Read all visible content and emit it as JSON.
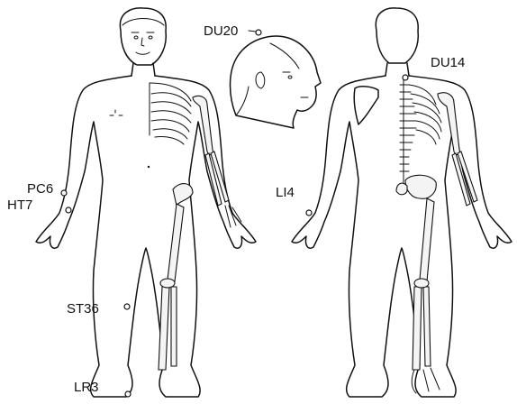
{
  "acupoints": {
    "du20": "DU20",
    "du14": "DU14",
    "pc6": "PC6",
    "ht7": "HT7",
    "li4": "LI4",
    "st36": "ST36",
    "lr3": "LR3"
  },
  "colors": {
    "ink": "#111111",
    "background": "#ffffff"
  }
}
